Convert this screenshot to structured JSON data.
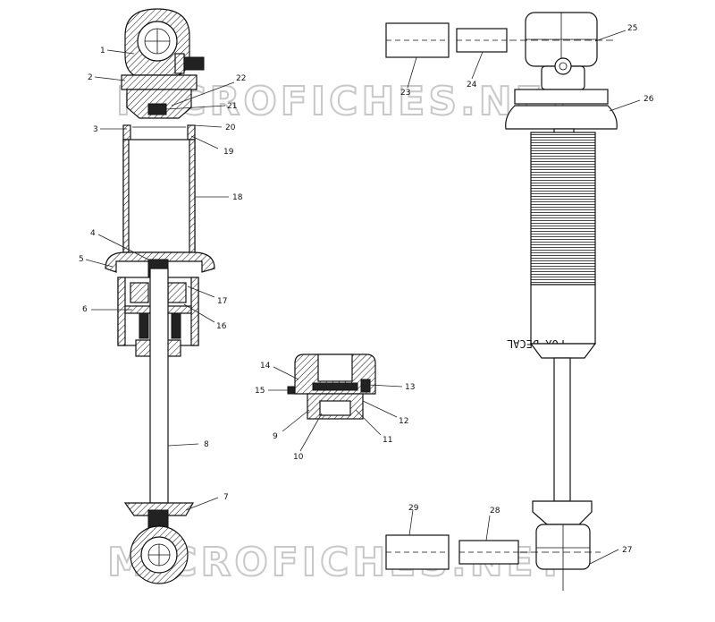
{
  "watermark": "MICROFICHES.NET",
  "decal_text": "FOX DECAL",
  "callouts": [
    "1",
    "2",
    "3",
    "4",
    "5",
    "6",
    "7",
    "8",
    "9",
    "10",
    "11",
    "12",
    "13",
    "14",
    "15",
    "16",
    "17",
    "18",
    "19",
    "20",
    "21",
    "22",
    "23",
    "24",
    "25",
    "26",
    "27",
    "28",
    "29"
  ]
}
